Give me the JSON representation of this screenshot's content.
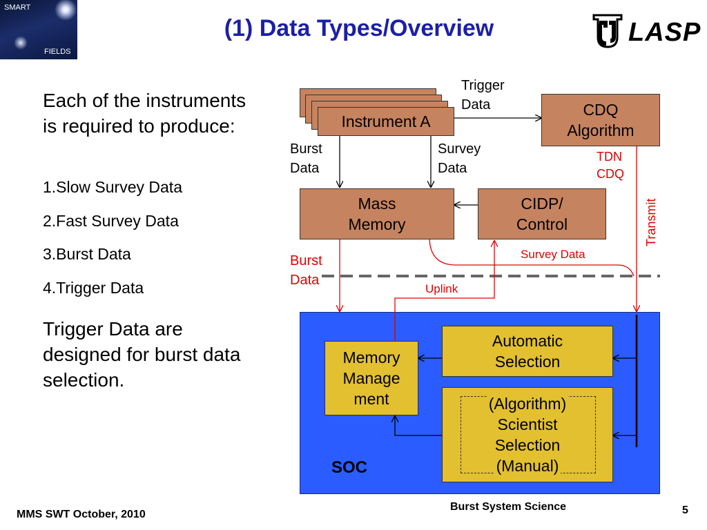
{
  "header": {
    "logo_left_top": "SMART",
    "logo_left_bottom": "FIELDS",
    "title": "(1) Data Types/Overview",
    "logo_right_text": "LASP"
  },
  "left": {
    "intro": "Each of the instruments is required to produce:",
    "items": [
      "1.Slow Survey Data",
      "2.Fast Survey Data",
      "3.Burst Data",
      "4.Trigger Data"
    ],
    "closing": "Trigger Data are designed for burst data selection."
  },
  "diagram": {
    "instrument": "Instrument A",
    "cdq": "CDQ Algorithm",
    "mass_memory": "Mass Memory",
    "cidp": "CIDP/ Control",
    "trigger_data": "Trigger Data",
    "burst_data_top": "Burst Data",
    "survey_data_top": "Survey Data",
    "tdn_cdq": "TDN CDQ",
    "transmit": "Transmit",
    "survey_data_red": "Survey Data",
    "burst_data_red": "Burst Data",
    "uplink": "Uplink",
    "memory_management": "Memory Manage ment",
    "automatic_selection": "Automatic Selection",
    "scientist_selection_line1": "(Algorithm)",
    "scientist_selection_line2": "Scientist",
    "scientist_selection_line3": "Selection",
    "scientist_selection_line4": "(Manual)",
    "soc": "SOC"
  },
  "footer": {
    "left": "MMS SWT October, 2010",
    "center": "Burst System Science",
    "page": "5"
  },
  "colors": {
    "title": "#1b1fa8",
    "brown_box": "#c6835f",
    "yellow_box": "#e2c02f",
    "soc_blue": "#2a5cff",
    "red_text": "#e00000",
    "dashed_line": "#666666"
  }
}
